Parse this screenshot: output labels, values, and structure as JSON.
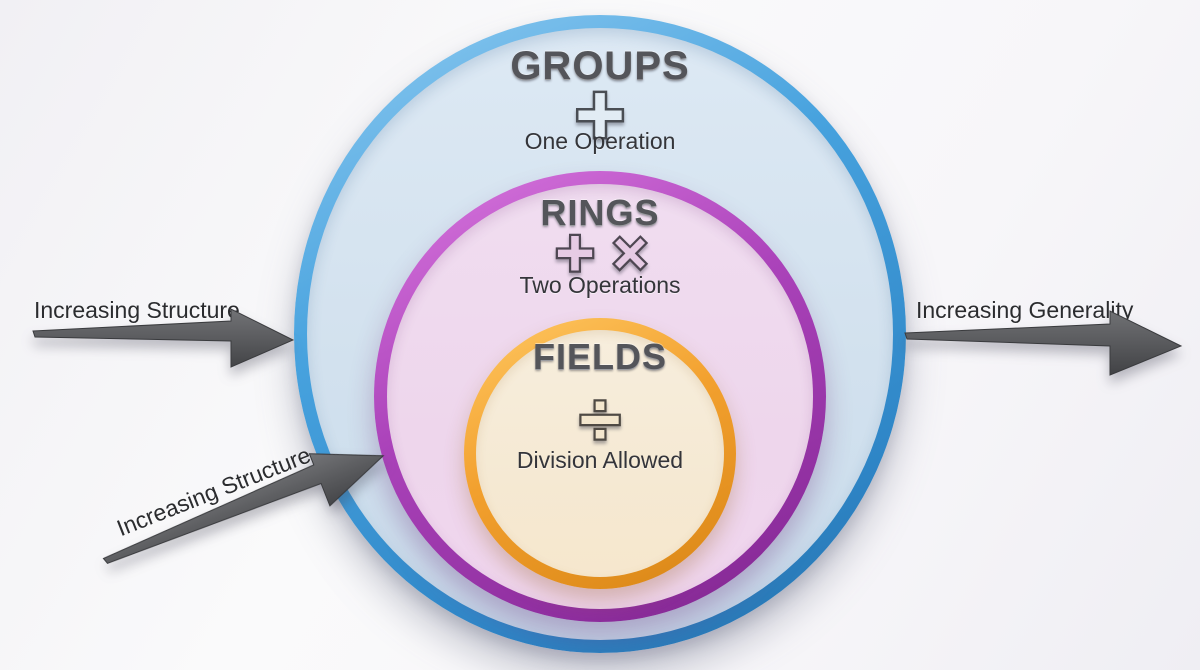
{
  "diagram": {
    "title_semantic": "Nested sets of algebraic structures: Fields inside Rings inside Groups",
    "background_color": "#f4f3f6",
    "circles": {
      "groups": {
        "title": "GROUPS",
        "symbol": "+",
        "subtitle": "One Operation",
        "border_color": "#47a2de",
        "fill_color": "#d3e2ef"
      },
      "rings": {
        "title": "RINGS",
        "symbol_plus": "+",
        "symbol_times": "×",
        "subtitle": "Two Operations",
        "border_color": "#ab43ba",
        "fill_color": "#eed7ed"
      },
      "fields": {
        "title": "FIELDS",
        "symbol": "÷",
        "subtitle": "Division Allowed",
        "border_color": "#f2a02e",
        "fill_color": "#f5ebd6"
      }
    },
    "arrows": {
      "color": "#5a5b5e",
      "left": {
        "label": "Increasing Structure",
        "direction": "right-into-circle"
      },
      "diagonal": {
        "label": "Increasing Structure",
        "direction": "up-right-into-circle"
      },
      "right": {
        "label": "Increasing Generality",
        "direction": "right-out-of-circle"
      }
    },
    "text_color_titles": "#54555a",
    "text_color_body": "#34353a"
  }
}
